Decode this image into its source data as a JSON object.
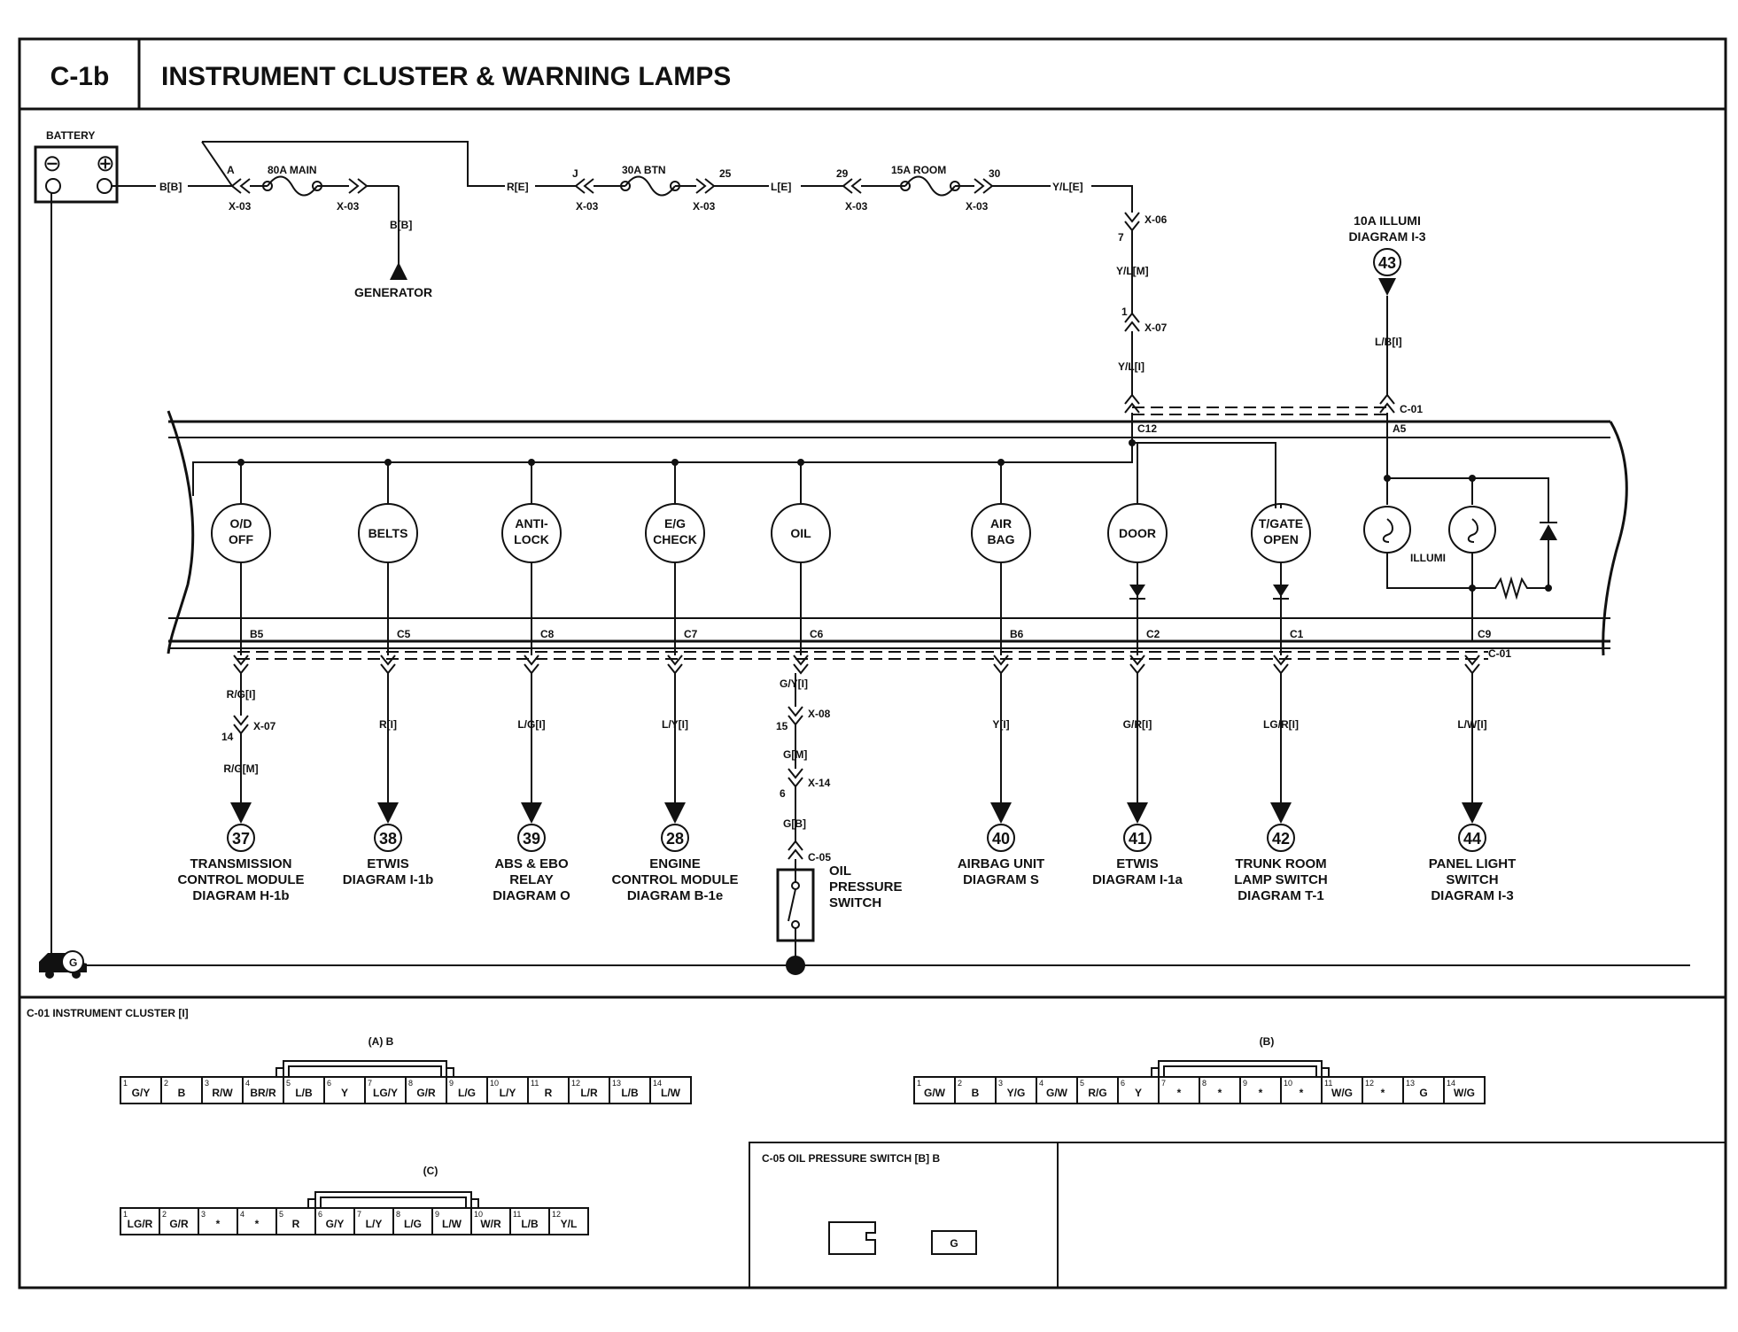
{
  "header": {
    "code": "C-1b",
    "title": "INSTRUMENT CLUSTER & WARNING LAMPS"
  },
  "battery": {
    "label": "BATTERY",
    "minus": "⊖",
    "plus": "⊕"
  },
  "fuses": [
    {
      "name": "80A MAIN",
      "in_pin": "A",
      "in_conn": "X-03",
      "out_conn": "X-03"
    },
    {
      "name": "30A BTN",
      "in_pin": "J",
      "in_conn": "X-03",
      "out_pin": "25",
      "out_conn": "X-03"
    },
    {
      "name": "15A ROOM",
      "in_pin": "29",
      "in_conn": "X-03",
      "out_pin": "30",
      "out_conn": "X-03"
    }
  ],
  "wires": {
    "bat": "B[B]",
    "gen": "B[B]",
    "fuse1_out": "R[E]",
    "fuse2_out": "L[E]",
    "fuse3_out": "Y/L[E]",
    "ylm": "Y/L[M]",
    "yli": "Y/L[I]",
    "lbi": "L/B[I]"
  },
  "generator": "GENERATOR",
  "connectors": {
    "x06": "X-06",
    "x06_pin": "7",
    "x07": "X-07",
    "x07_pin": "1",
    "c01": "C-01",
    "c12": "C12",
    "a5": "A5",
    "c01b": "C-01"
  },
  "illumi_fuse": {
    "line1": "10A ILLUMI",
    "line2": "DIAGRAM I-3",
    "ref": "43"
  },
  "illumi_label": "ILLUMI",
  "lamps": [
    {
      "l1": "O/D",
      "l2": "OFF",
      "pin": "B5",
      "wire": "R/G[I]",
      "ref": "37",
      "d1": "TRANSMISSION",
      "d2": "CONTROL MODULE",
      "d3": "DIAGRAM H-1b",
      "inline_conn": "X-07",
      "inline_pin": "14",
      "wire2": "R/G[M]"
    },
    {
      "l1": "BELTS",
      "l2": "",
      "pin": "C5",
      "wire": "R[I]",
      "ref": "38",
      "d1": "ETWIS",
      "d2": "DIAGRAM I-1b",
      "d3": ""
    },
    {
      "l1": "ANTI-",
      "l2": "LOCK",
      "pin": "C8",
      "wire": "L/G[I]",
      "ref": "39",
      "d1": "ABS & EBO",
      "d2": "RELAY",
      "d3": "DIAGRAM O"
    },
    {
      "l1": "E/G",
      "l2": "CHECK",
      "pin": "C7",
      "wire": "L/Y[I]",
      "ref": "28",
      "d1": "ENGINE",
      "d2": "CONTROL MODULE",
      "d3": "DIAGRAM B-1e"
    },
    {
      "l1": "OIL",
      "l2": "",
      "pin": "C6",
      "wire": "G/Y[I]"
    },
    {
      "l1": "AIR",
      "l2": "BAG",
      "pin": "B6",
      "wire": "Y[I]",
      "ref": "40",
      "d1": "AIRBAG UNIT",
      "d2": "DIAGRAM S",
      "d3": ""
    },
    {
      "l1": "DOOR",
      "l2": "",
      "pin": "C2",
      "wire": "G/R[I]",
      "ref": "41",
      "d1": "ETWIS",
      "d2": "DIAGRAM I-1a",
      "d3": ""
    },
    {
      "l1": "T/GATE",
      "l2": "OPEN",
      "pin": "C1",
      "wire": "LG/R[I]",
      "ref": "42",
      "d1": "TRUNK ROOM",
      "d2": "LAMP SWITCH",
      "d3": "DIAGRAM T-1"
    }
  ],
  "panel": {
    "pin": "C9",
    "wire": "L/W[I]",
    "conn": "C-01",
    "ref": "44",
    "d1": "PANEL LIGHT",
    "d2": "SWITCH",
    "d3": "DIAGRAM I-3"
  },
  "oil": {
    "x08": "X-08",
    "x08_pin": "15",
    "gm": "G[M]",
    "x14": "X-14",
    "x14_pin": "6",
    "gb": "G[B]",
    "c05": "C-05",
    "s1": "OIL",
    "s2": "PRESSURE",
    "s3": "SWITCH"
  },
  "ground": "G",
  "bottom": {
    "title": "C-01 INSTRUMENT CLUSTER [I]",
    "conn_a": {
      "label": "(A) B",
      "pins": [
        "G/Y",
        "B",
        "R/W",
        "BR/R",
        "L/B",
        "Y",
        "LG/Y",
        "G/R",
        "L/G",
        "L/Y",
        "R",
        "L/R",
        "L/B",
        "L/W"
      ]
    },
    "conn_b": {
      "label": "(B)",
      "pins": [
        "G/W",
        "B",
        "Y/G",
        "G/W",
        "R/G",
        "Y",
        "*",
        "*",
        "*",
        "*",
        "W/G",
        "*",
        "G",
        "W/G"
      ]
    },
    "conn_c": {
      "label": "(C)",
      "pins": [
        "LG/R",
        "G/R",
        "*",
        "*",
        "R",
        "G/Y",
        "L/Y",
        "L/G",
        "L/W",
        "W/R",
        "L/B",
        "Y/L"
      ]
    },
    "c05": {
      "title": "C-05 OIL PRESSURE SWITCH [B] B",
      "pin": "G"
    }
  }
}
